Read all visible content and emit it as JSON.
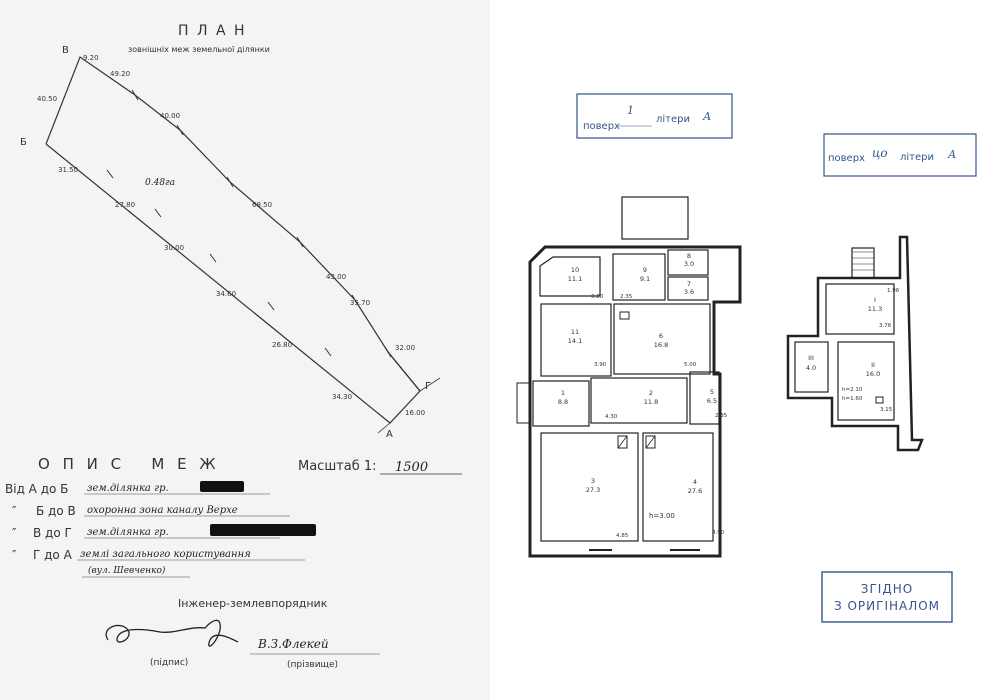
{
  "plan": {
    "title": "П Л А Н",
    "subtitle": "зовнішніх меж земельної ділянки",
    "vertices": {
      "a": "А",
      "b": "Б",
      "v": "В",
      "g": "Г"
    },
    "area": "0.48га",
    "edge_labels": {
      "bv": "40.50",
      "v_top": "9.20",
      "e1": "49.20",
      "e2": "40.00",
      "e3": "69.50",
      "e4": "43.00",
      "e5": "35.70",
      "e6": "32.00",
      "ga": "16.00",
      "s1": "31.50",
      "s2": "27.80",
      "s3": "30.00",
      "s4": "34.60",
      "s5": "26.80",
      "s6": "34.30"
    }
  },
  "description": {
    "title": "О П И С   М Е Ж",
    "scale_label": "Масштаб 1:",
    "scale_value": "1500",
    "rows": [
      {
        "label": "Від  А до Б",
        "value": "зем.ділянка гр."
      },
      {
        "label": "Б до В",
        "value": "охоронна зона каналу Верхе"
      },
      {
        "label": "В до Г",
        "value": "зем.ділянка гр."
      },
      {
        "label": "Г до А",
        "value": "землі загального користування"
      }
    ],
    "row4_note": "(вул. Шевченко)",
    "engineer_title": "Інженер-землевпорядник",
    "signature_caption": "(підпис)",
    "surname": "В.З.Флекей",
    "surname_caption": "(прізвище)"
  },
  "floor_stamps": [
    {
      "prefix": "поверх",
      "floor": "1",
      "suffix": "літери",
      "letter": "А"
    },
    {
      "prefix": "поверх",
      "floor": "цо",
      "suffix": "літери",
      "letter": "А"
    }
  ],
  "rooms_main": [
    {
      "num": "10",
      "area": "11.1"
    },
    {
      "num": "9",
      "area": "9.1"
    },
    {
      "num": "8",
      "area": "3.0"
    },
    {
      "num": "7",
      "area": "3.6"
    },
    {
      "num": "11",
      "area": "14.1"
    },
    {
      "num": "6",
      "area": "16.8"
    },
    {
      "num": "1",
      "area": "8.8"
    },
    {
      "num": "2",
      "area": "11.8"
    },
    {
      "num": "5",
      "area": "6.5"
    },
    {
      "num": "3",
      "area": "27.3"
    },
    {
      "num": "4",
      "area": "27.6"
    }
  ],
  "dims_main": [
    "3.80",
    "2.35",
    "3.90",
    "5.00",
    "4.30",
    "2.35",
    "4.85",
    "4.90",
    "h=3.00"
  ],
  "rooms_basement": [
    {
      "num": "I",
      "area": "11.3"
    },
    {
      "num": "III",
      "area": "4.0"
    },
    {
      "num": "II",
      "area": "16.0"
    }
  ],
  "dims_basement": [
    "3.76",
    "3.15",
    "1.96",
    "h=2.10",
    "h=1.60"
  ],
  "certify_stamp": {
    "line1": "ЗГІДНО",
    "line2": "З ОРИГІНАЛОМ"
  }
}
